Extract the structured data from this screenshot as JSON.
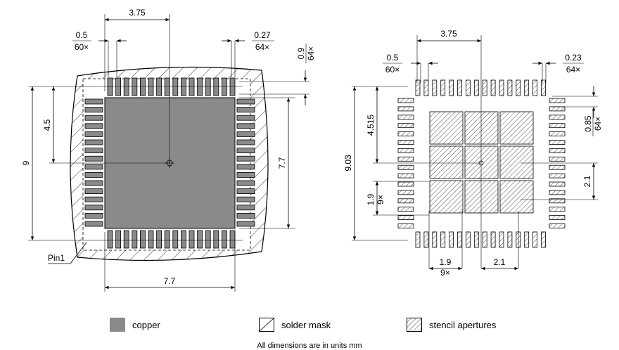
{
  "left_view": {
    "dim_top_pitch_span": "3.75",
    "dim_top_pitch": "0.5",
    "dim_top_pitch_count": "60×",
    "dim_top_width": "0.27",
    "dim_top_width_count": "64×",
    "dim_right_len": "0.9",
    "dim_right_len_count": "64×",
    "dim_left_half": "4.5",
    "dim_left_full": "9",
    "dim_right_pad": "7.7",
    "dim_bottom_pad": "7.7",
    "pin1_label": "Pin1"
  },
  "right_view": {
    "dim_top_pitch_span": "3.75",
    "dim_top_pitch": "0.5",
    "dim_top_pitch_count": "60×",
    "dim_top_width": "0.23",
    "dim_top_width_count": "64×",
    "dim_right_len": "0.85",
    "dim_right_len_count": "64×",
    "dim_left_half": "4.515",
    "dim_left_full": "9.03",
    "dim_left_pitch": "1.9",
    "dim_left_pitch_count": "9×",
    "dim_right_ap": "2.1",
    "dim_bottom_pitch": "1.9",
    "dim_bottom_pitch_count": "9×",
    "dim_bottom_ap": "2.1"
  },
  "legend": {
    "copper": "copper",
    "solder_mask": "solder mask",
    "stencil": "stencil apertures"
  },
  "colors": {
    "copper": "#8a8a8a",
    "outline": "#000000"
  },
  "footnote": "All dimensions are in units mm"
}
